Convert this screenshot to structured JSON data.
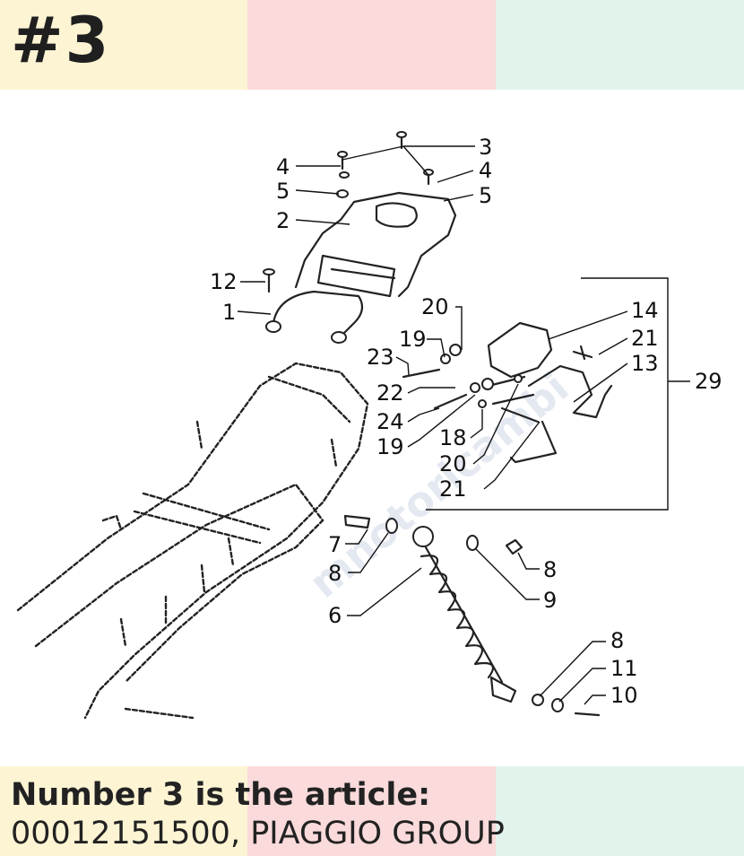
{
  "header": {
    "number": "#3"
  },
  "colors": {
    "band_yellow": "#fdf4d4",
    "band_pink": "#fadada",
    "band_mint": "#e2f3ec"
  },
  "diagram": {
    "watermark": "mnotoricambi",
    "callouts": {
      "c1": "1",
      "c2": "2",
      "c3": "3",
      "c4a": "4",
      "c4b": "4",
      "c5a": "5",
      "c5b": "5",
      "c6": "6",
      "c7": "7",
      "c8a": "8",
      "c8b": "8",
      "c8c": "8",
      "c9": "9",
      "c10": "10",
      "c11": "11",
      "c12": "12",
      "c13": "13",
      "c14": "14",
      "c18": "18",
      "c19a": "19",
      "c19b": "19",
      "c20a": "20",
      "c20b": "20",
      "c21a": "21",
      "c21b": "21",
      "c22": "22",
      "c23": "23",
      "c24": "24",
      "c29": "29"
    }
  },
  "footer": {
    "line1": "Number 3 is the article:",
    "line2": "00012151500, PIAGGIO GROUP"
  }
}
